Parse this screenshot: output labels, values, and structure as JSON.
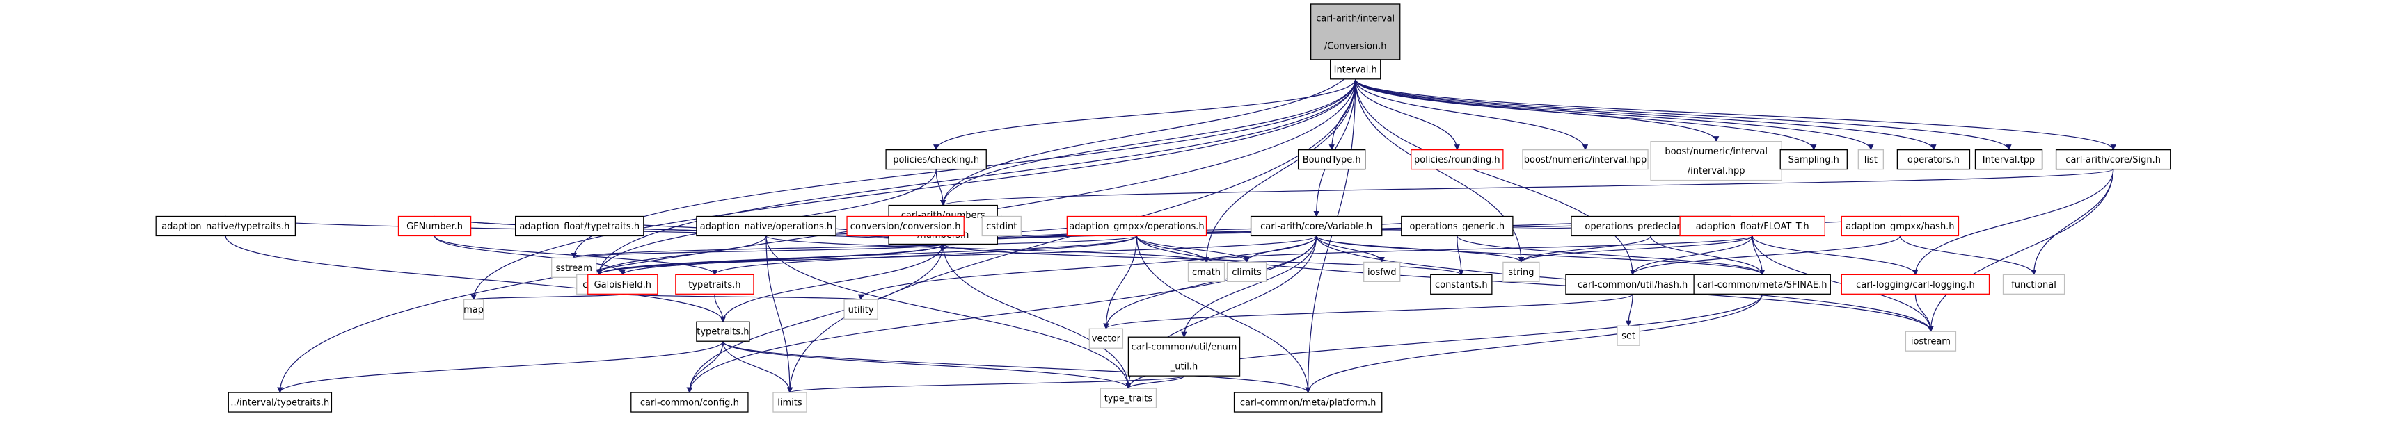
{
  "colors": {
    "edge": "#191970",
    "root_fill": "#bfbfbf",
    "normal_border": "#000000",
    "red_border": "#ff0000",
    "grey_border": "#bfbfbf",
    "background": "#ffffff"
  },
  "nodes": [
    {
      "id": "conv",
      "lines": [
        "carl-arith/interval",
        "/Conversion.h"
      ],
      "style": "root"
    },
    {
      "id": "interval",
      "lines": [
        "Interval.h"
      ],
      "style": "normal"
    },
    {
      "id": "checking",
      "lines": [
        "policies/checking.h"
      ],
      "style": "normal"
    },
    {
      "id": "numbers",
      "lines": [
        "carl-arith/numbers",
        "/numbers.h"
      ],
      "style": "normal"
    },
    {
      "id": "boundtype",
      "lines": [
        "BoundType.h"
      ],
      "style": "normal"
    },
    {
      "id": "rounding",
      "lines": [
        "policies/rounding.h"
      ],
      "style": "red"
    },
    {
      "id": "boostint",
      "lines": [
        "boost/numeric/interval.hpp"
      ],
      "style": "grey"
    },
    {
      "id": "boostint2",
      "lines": [
        "boost/numeric/interval",
        "/interval.hpp"
      ],
      "style": "grey"
    },
    {
      "id": "sampling",
      "lines": [
        "Sampling.h"
      ],
      "style": "normal"
    },
    {
      "id": "list",
      "lines": [
        "list"
      ],
      "style": "grey"
    },
    {
      "id": "operators",
      "lines": [
        "operators.h"
      ],
      "style": "normal"
    },
    {
      "id": "intervaltpp",
      "lines": [
        "Interval.tpp"
      ],
      "style": "normal"
    },
    {
      "id": "sign",
      "lines": [
        "carl-arith/core/Sign.h"
      ],
      "style": "normal"
    },
    {
      "id": "adnattype",
      "lines": [
        "adaption_native/typetraits.h"
      ],
      "style": "normal"
    },
    {
      "id": "gfnumber",
      "lines": [
        "GFNumber.h"
      ],
      "style": "red"
    },
    {
      "id": "adfloattype",
      "lines": [
        "adaption_float/typetraits.h"
      ],
      "style": "normal"
    },
    {
      "id": "adnatops",
      "lines": [
        "adaption_native/operations.h"
      ],
      "style": "normal"
    },
    {
      "id": "conversion",
      "lines": [
        "conversion/conversion.h"
      ],
      "style": "red"
    },
    {
      "id": "cstdint",
      "lines": [
        "cstdint"
      ],
      "style": "grey"
    },
    {
      "id": "gmpxxops",
      "lines": [
        "adaption_gmpxx/operations.h"
      ],
      "style": "red"
    },
    {
      "id": "variable",
      "lines": [
        "carl-arith/core/Variable.h"
      ],
      "style": "normal"
    },
    {
      "id": "opsgeneric",
      "lines": [
        "operations_generic.h"
      ],
      "style": "normal"
    },
    {
      "id": "opspredecl",
      "lines": [
        "operations_predeclarations.h"
      ],
      "style": "normal"
    },
    {
      "id": "floatt",
      "lines": [
        "adaption_float/FLOAT_T.h"
      ],
      "style": "red"
    },
    {
      "id": "gmpxxhash",
      "lines": [
        "adaption_gmpxx/hash.h"
      ],
      "style": "red"
    },
    {
      "id": "sstream",
      "lines": [
        "sstream"
      ],
      "style": "grey"
    },
    {
      "id": "cassert",
      "lines": [
        "cassert"
      ],
      "style": "grey"
    },
    {
      "id": "galoisfield",
      "lines": [
        "GaloisField.h"
      ],
      "style": "red"
    },
    {
      "id": "typetraitsred",
      "lines": [
        "typetraits.h"
      ],
      "style": "red"
    },
    {
      "id": "cmath",
      "lines": [
        "cmath"
      ],
      "style": "grey"
    },
    {
      "id": "climits",
      "lines": [
        "climits"
      ],
      "style": "grey"
    },
    {
      "id": "iosfwd",
      "lines": [
        "iosfwd"
      ],
      "style": "grey"
    },
    {
      "id": "constants",
      "lines": [
        "constants.h"
      ],
      "style": "normal"
    },
    {
      "id": "string",
      "lines": [
        "string"
      ],
      "style": "grey"
    },
    {
      "id": "hash",
      "lines": [
        "carl-common/util/hash.h"
      ],
      "style": "normal"
    },
    {
      "id": "sfinae",
      "lines": [
        "carl-common/meta/SFINAE.h"
      ],
      "style": "normal"
    },
    {
      "id": "logging",
      "lines": [
        "carl-logging/carl-logging.h"
      ],
      "style": "red"
    },
    {
      "id": "functional",
      "lines": [
        "functional"
      ],
      "style": "grey"
    },
    {
      "id": "map",
      "lines": [
        "map"
      ],
      "style": "grey"
    },
    {
      "id": "utility",
      "lines": [
        "utility"
      ],
      "style": "grey"
    },
    {
      "id": "typetraits",
      "lines": [
        "typetraits.h"
      ],
      "style": "normal"
    },
    {
      "id": "vector",
      "lines": [
        "vector"
      ],
      "style": "grey"
    },
    {
      "id": "enumutil",
      "lines": [
        "carl-common/util/enum",
        "_util.h"
      ],
      "style": "normal"
    },
    {
      "id": "set",
      "lines": [
        "set"
      ],
      "style": "grey"
    },
    {
      "id": "iostream",
      "lines": [
        "iostream"
      ],
      "style": "grey"
    },
    {
      "id": "inttypetraits",
      "lines": [
        "../interval/typetraits.h"
      ],
      "style": "normal"
    },
    {
      "id": "config",
      "lines": [
        "carl-common/config.h"
      ],
      "style": "normal"
    },
    {
      "id": "limits",
      "lines": [
        "limits"
      ],
      "style": "grey"
    },
    {
      "id": "type_traits",
      "lines": [
        "type_traits"
      ],
      "style": "grey"
    },
    {
      "id": "platform",
      "lines": [
        "carl-common/meta/platform.h"
      ],
      "style": "normal"
    }
  ],
  "edges": [
    [
      "conv",
      "interval"
    ],
    [
      "conv",
      "numbers"
    ],
    [
      "interval",
      "conv"
    ],
    [
      "interval",
      "checking"
    ],
    [
      "interval",
      "numbers"
    ],
    [
      "interval",
      "boundtype"
    ],
    [
      "interval",
      "rounding"
    ],
    [
      "interval",
      "boostint"
    ],
    [
      "interval",
      "boostint2"
    ],
    [
      "interval",
      "sampling"
    ],
    [
      "interval",
      "list"
    ],
    [
      "interval",
      "operators"
    ],
    [
      "interval",
      "intervaltpp"
    ],
    [
      "interval",
      "sign"
    ],
    [
      "interval",
      "variable"
    ],
    [
      "interval",
      "cmath"
    ],
    [
      "interval",
      "sstream"
    ],
    [
      "interval",
      "map"
    ],
    [
      "interval",
      "inttypetraits"
    ],
    [
      "interval",
      "platform"
    ],
    [
      "interval",
      "limits"
    ],
    [
      "interval",
      "cassert"
    ],
    [
      "interval",
      "string"
    ],
    [
      "interval",
      "hash"
    ],
    [
      "checking",
      "numbers"
    ],
    [
      "checking",
      "cassert"
    ],
    [
      "sign",
      "numbers"
    ],
    [
      "sign",
      "functional"
    ],
    [
      "sign",
      "iostream"
    ],
    [
      "sign",
      "logging"
    ],
    [
      "numbers",
      "adnattype"
    ],
    [
      "numbers",
      "gfnumber"
    ],
    [
      "numbers",
      "adfloattype"
    ],
    [
      "numbers",
      "adnatops"
    ],
    [
      "numbers",
      "conversion"
    ],
    [
      "numbers",
      "cstdint"
    ],
    [
      "numbers",
      "gmpxxops"
    ],
    [
      "numbers",
      "opsgeneric"
    ],
    [
      "numbers",
      "opspredecl"
    ],
    [
      "numbers",
      "floatt"
    ],
    [
      "numbers",
      "gmpxxhash"
    ],
    [
      "numbers",
      "galoisfield"
    ],
    [
      "numbers",
      "typetraits"
    ],
    [
      "numbers",
      "constants"
    ],
    [
      "numbers",
      "config"
    ],
    [
      "numbers",
      "type_traits"
    ],
    [
      "numbers",
      "sstream"
    ],
    [
      "numbers",
      "cassert"
    ],
    [
      "adnattype",
      "typetraits"
    ],
    [
      "gfnumber",
      "galoisfield"
    ],
    [
      "gfnumber",
      "numbers"
    ],
    [
      "gfnumber",
      "typetraitsred"
    ],
    [
      "galoisfield",
      "numbers"
    ],
    [
      "galoisfield",
      "map"
    ],
    [
      "galoisfield",
      "utility"
    ],
    [
      "adnatops",
      "cassert"
    ],
    [
      "adnatops",
      "cmath"
    ],
    [
      "adnatops",
      "limits"
    ],
    [
      "adnatops",
      "type_traits"
    ],
    [
      "gmpxxops",
      "typetraitsred"
    ],
    [
      "gmpxxops",
      "cmath"
    ],
    [
      "gmpxxops",
      "climits"
    ],
    [
      "gmpxxops",
      "vector"
    ],
    [
      "gmpxxops",
      "platform"
    ],
    [
      "gmpxxops",
      "cassert"
    ],
    [
      "gmpxxops",
      "iostream"
    ],
    [
      "gmpxxops",
      "sstream"
    ],
    [
      "variable",
      "cassert"
    ],
    [
      "variable",
      "climits"
    ],
    [
      "variable",
      "iosfwd"
    ],
    [
      "variable",
      "string"
    ],
    [
      "variable",
      "sfinae"
    ],
    [
      "variable",
      "enumutil"
    ],
    [
      "variable",
      "config"
    ],
    [
      "variable",
      "type_traits"
    ],
    [
      "variable",
      "utility"
    ],
    [
      "variable",
      "vector"
    ],
    [
      "variable",
      "iostream"
    ],
    [
      "opsgeneric",
      "constants"
    ],
    [
      "opsgeneric",
      "sfinae"
    ],
    [
      "opspredecl",
      "string"
    ],
    [
      "opspredecl",
      "sfinae"
    ],
    [
      "floatt",
      "hash"
    ],
    [
      "floatt",
      "sfinae"
    ],
    [
      "floatt",
      "logging"
    ],
    [
      "floatt",
      "string"
    ],
    [
      "floatt",
      "cmath"
    ],
    [
      "floatt",
      "iostream"
    ],
    [
      "gmpxxhash",
      "hash"
    ],
    [
      "gmpxxhash",
      "functional"
    ],
    [
      "hash",
      "set"
    ],
    [
      "hash",
      "vector"
    ],
    [
      "sfinae",
      "type_traits"
    ],
    [
      "sfinae",
      "platform"
    ],
    [
      "logging",
      "iostream"
    ],
    [
      "typetraitsred",
      "typetraits"
    ],
    [
      "typetraits",
      "inttypetraits"
    ],
    [
      "typetraits",
      "config"
    ],
    [
      "typetraits",
      "limits"
    ],
    [
      "typetraits",
      "type_traits"
    ],
    [
      "typetraits",
      "platform"
    ],
    [
      "enumutil",
      "limits"
    ],
    [
      "enumutil",
      "type_traits"
    ]
  ]
}
